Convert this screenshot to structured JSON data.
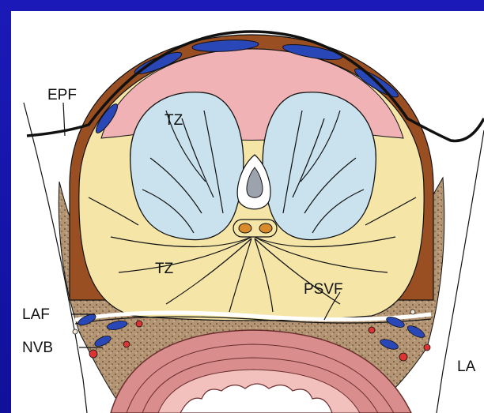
{
  "diagram": {
    "labels": {
      "epf": "EPF",
      "tz_upper": "TZ",
      "tz_lower": "TZ",
      "psvf": "PSVF",
      "laf": "LAF",
      "nvb": "NVB",
      "la": "LA"
    },
    "colors": {
      "background": "#1414a8",
      "panel": "#ffffff",
      "capsule": "#9a4f22",
      "veins": "#2a47b8",
      "anterior_stroma": "#f1b2b5",
      "transition_zone": "#c9e2ee",
      "peripheral_zone": "#f5e6a8",
      "rectum": "#d98d8d",
      "rectum_fold": "#f2c1bd",
      "neurovascular": "#a98b6d",
      "urethra": "#9da3ad",
      "ducts": "#d98a2a"
    },
    "icons": [
      "prostate-cross-section"
    ]
  }
}
